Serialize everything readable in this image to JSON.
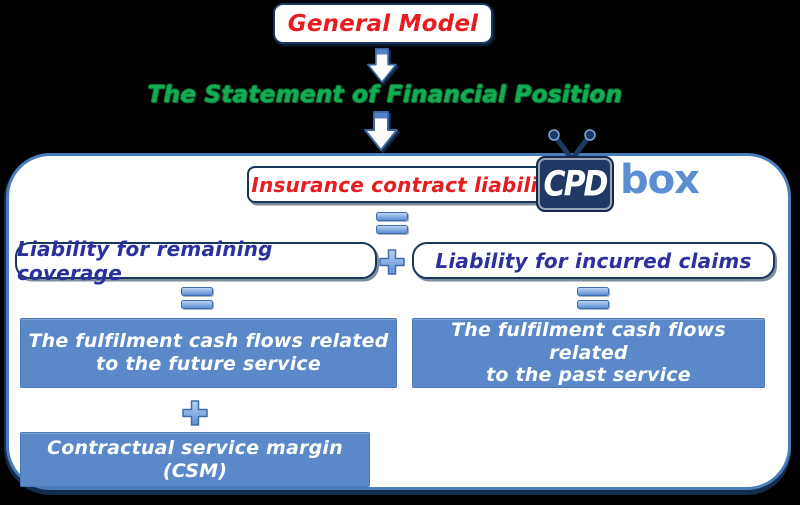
{
  "colors": {
    "red_text": "#e81b1e",
    "green_text": "#13ae52",
    "indigo_text": "#2b309e",
    "navy_border": "#17375e",
    "panel_blue": "#5b88c9",
    "accent_blue": "#4472c4",
    "logo_text_blue": "#5b8dd3"
  },
  "flow": {
    "general_model": "General Model",
    "statement_of_financial_position": "The Statement of Financial Position"
  },
  "logo": {
    "cpd": "CPD",
    "box": "box"
  },
  "diagram": {
    "insurance_contract_liability": "Insurance contract liability",
    "liability_remaining_coverage": "Liability for remaining coverage",
    "liability_incurred_claims": "Liability for incurred claims",
    "fcf_future_lines": [
      "The fulfilment cash flows related",
      "to the future service"
    ],
    "fcf_past_lines": [
      "The fulfilment cash flows related",
      "to the past service"
    ],
    "csm": "Contractual service margin (CSM)"
  }
}
